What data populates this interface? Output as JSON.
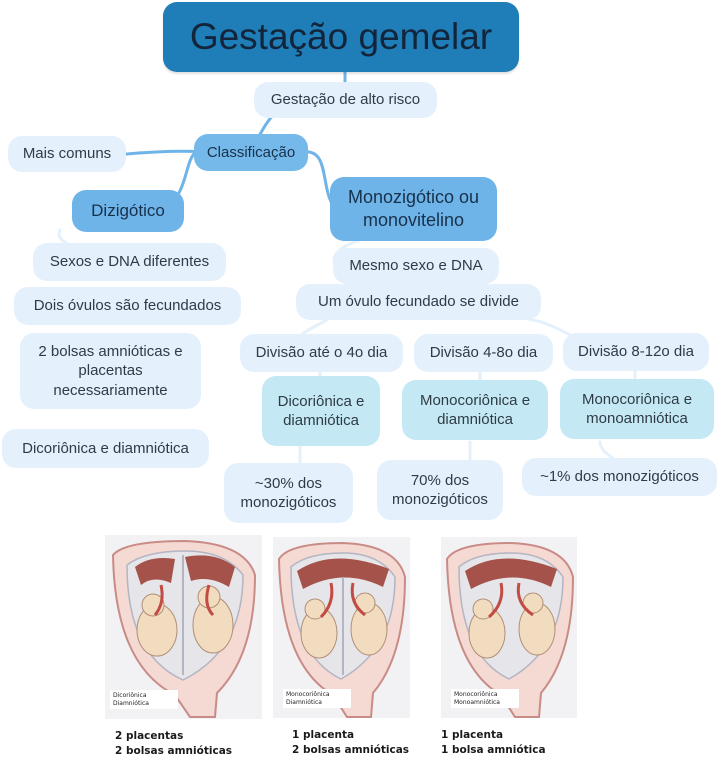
{
  "title": "Gestação gemelar",
  "risk": "Gestação de alto risco",
  "classification": "Classificação",
  "dizigotico": {
    "label": "Dizigótico",
    "common": "Mais comuns",
    "items": [
      "Sexos e DNA diferentes",
      "Dois óvulos são fecundados",
      "2 bolsas amnióticas e placentas necessariamente",
      "Dicoriônica e diamniótica"
    ]
  },
  "monozigotico": {
    "label": "Monozigótico ou monovitelino",
    "same": "Mesmo sexo e DNA",
    "divides": "Um óvulo fecundado se divide",
    "branches": [
      {
        "division": "Divisão até o 4o dia",
        "type": "Dicoriônica e diamniótica",
        "percent": "~30% dos monozigóticos"
      },
      {
        "division": "Divisão 4-8o dia",
        "type": "Monocoriônica e diamniótica",
        "percent": "70% dos monozigóticos"
      },
      {
        "division": "Divisão 8-12o dia",
        "type": "Monocoriônica e monoamniótica",
        "percent": "~1% dos monozigóticos"
      }
    ]
  },
  "illustrations": [
    {
      "tag_line1": "Dicoriônica",
      "tag_line2": "Diamniótica",
      "caption_line1": "2 placentas",
      "caption_line2": "2 bolsas amnióticas"
    },
    {
      "tag_line1": "Monocoriônica",
      "tag_line2": "Diamniótica",
      "caption_line1": "1 placenta",
      "caption_line2": "2 bolsas amnióticas"
    },
    {
      "tag_line1": "Monocoriônica",
      "tag_line2": "Monoamniótica",
      "caption_line1": "1 placenta",
      "caption_line2": "1 bolsa amniótica"
    }
  ],
  "colors": {
    "root": "#1f7db8",
    "primary_node": "#75b9ea",
    "leaf_node": "#e4f1fc",
    "mid_node": "#c4e9f5",
    "connector": "#6fb4e8"
  }
}
